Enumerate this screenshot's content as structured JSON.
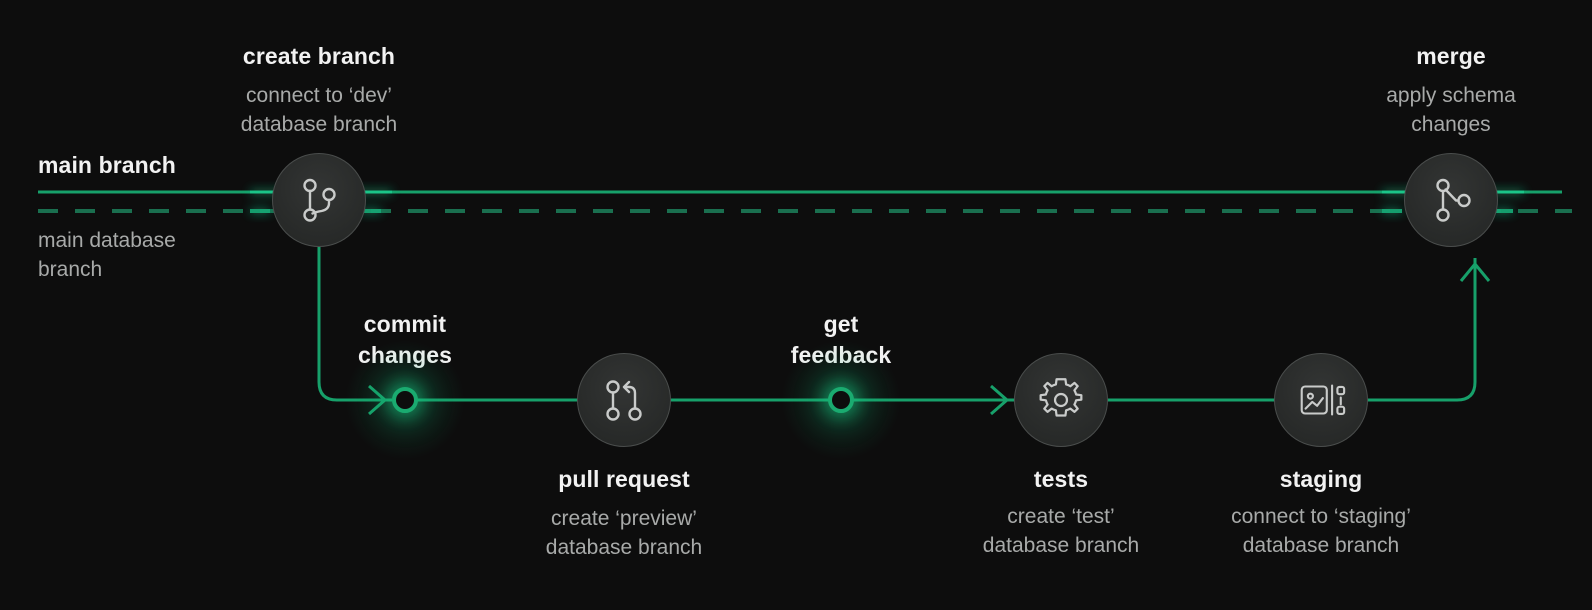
{
  "theme": {
    "background": "#0d0d0d",
    "accent_green": "#17a06a",
    "accent_green_bright": "#1ec88a",
    "node_fill": "#2b2d2c",
    "node_stroke": "#4a4d4c",
    "icon_stroke": "#c9cbca",
    "title_color": "#f2f2f2",
    "subtitle_color": "#a8aaa9"
  },
  "diagram": {
    "type": "git-branching-workflow",
    "lines": [
      {
        "name": "main branch",
        "style": "solid",
        "label": "main branch",
        "label_position": "above-left"
      },
      {
        "name": "main database branch",
        "style": "dashed",
        "label": "main database branch",
        "label_position": "below-left"
      }
    ]
  },
  "labels": {
    "main_branch": "main branch",
    "main_database_branch": "main database\nbranch",
    "main_database_branch_line1": "main database",
    "main_database_branch_line2": "branch"
  },
  "nodes": [
    {
      "id": "create-branch",
      "title": "create branch",
      "subtitle_line1": "connect to ‘dev’",
      "subtitle_line2": "database branch",
      "icon": "git-branch-icon",
      "kind": "circle-node",
      "label_position": "above"
    },
    {
      "id": "merge",
      "title": "merge",
      "subtitle_line1": "apply schema",
      "subtitle_line2": "changes",
      "icon": "git-merge-icon",
      "kind": "circle-node",
      "label_position": "above"
    },
    {
      "id": "commit-changes",
      "title_line1": "commit",
      "title_line2": "changes",
      "title": "commit changes",
      "subtitle_line1": "",
      "subtitle_line2": "",
      "icon": "commit-dot-icon",
      "kind": "ring-node",
      "label_position": "above"
    },
    {
      "id": "pull-request",
      "title": "pull request",
      "subtitle_line1": "create ‘preview’",
      "subtitle_line2": "database branch",
      "icon": "pull-request-icon",
      "kind": "circle-node",
      "label_position": "below"
    },
    {
      "id": "get-feedback",
      "title_line1": "get",
      "title_line2": "feedback",
      "title": "get feedback",
      "subtitle_line1": "",
      "subtitle_line2": "",
      "icon": "feedback-dot-icon",
      "kind": "ring-node",
      "label_position": "above"
    },
    {
      "id": "tests",
      "title": "tests",
      "subtitle_line1": "create ‘test’",
      "subtitle_line2": "database branch",
      "icon": "gear-icon",
      "kind": "circle-node",
      "label_position": "below"
    },
    {
      "id": "staging",
      "title": "staging",
      "subtitle_line1": "connect to ‘staging’",
      "subtitle_line2": "database branch",
      "icon": "staging-preview-icon",
      "kind": "circle-node",
      "label_position": "below"
    }
  ]
}
